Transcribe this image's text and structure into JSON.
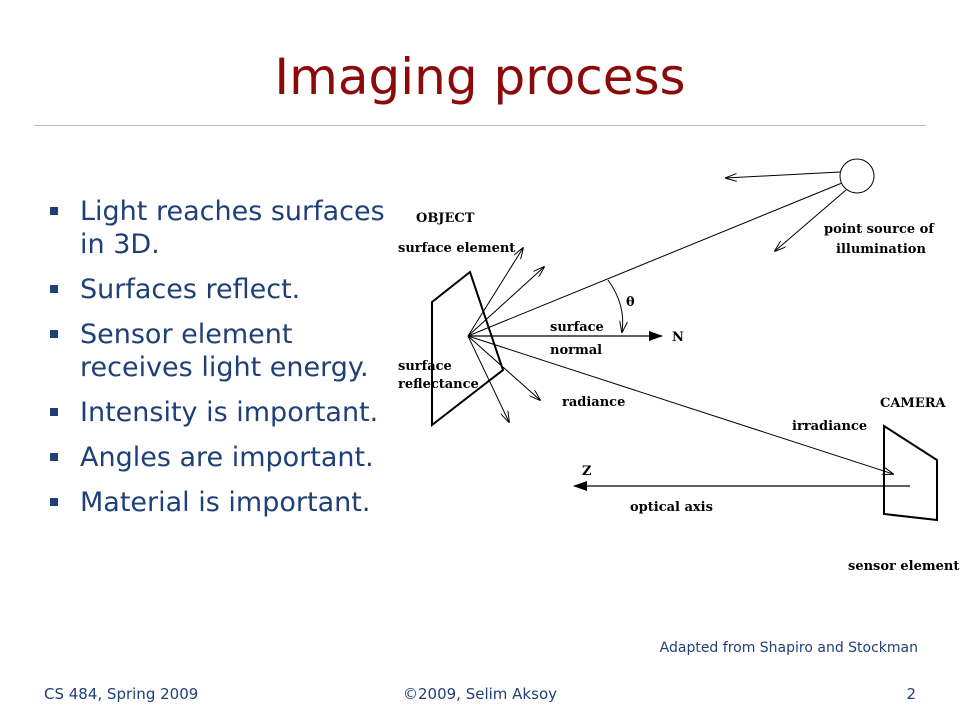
{
  "slide": {
    "title": "Imaging process",
    "bullets": [
      {
        "text": "Light reaches surfaces in 3D."
      },
      {
        "text": "Surfaces reflect."
      },
      {
        "text": "Sensor element receives light energy."
      },
      {
        "text": "Intensity is important."
      },
      {
        "text": "Angles are important."
      },
      {
        "text": "Material is important."
      }
    ]
  },
  "diagram": {
    "object": "OBJECT",
    "surface_element": "surface element",
    "surface_reflectance_1": "surface",
    "surface_reflectance_2": "reflectance",
    "point_source_1": "point source of",
    "point_source_2": "illumination",
    "theta": "θ",
    "surface_normal_1": "surface",
    "surface_normal_2": "normal",
    "n_label": "N",
    "radiance": "radiance",
    "camera": "CAMERA",
    "irradiance": "irradiance",
    "z_label": "Z",
    "optical_axis": "optical axis",
    "sensor_element": "sensor element"
  },
  "credit": "Adapted from Shapiro and Stockman",
  "footer": {
    "left": "CS 484, Spring 2009",
    "center": "©2009, Selim Aksoy",
    "right": "2"
  }
}
